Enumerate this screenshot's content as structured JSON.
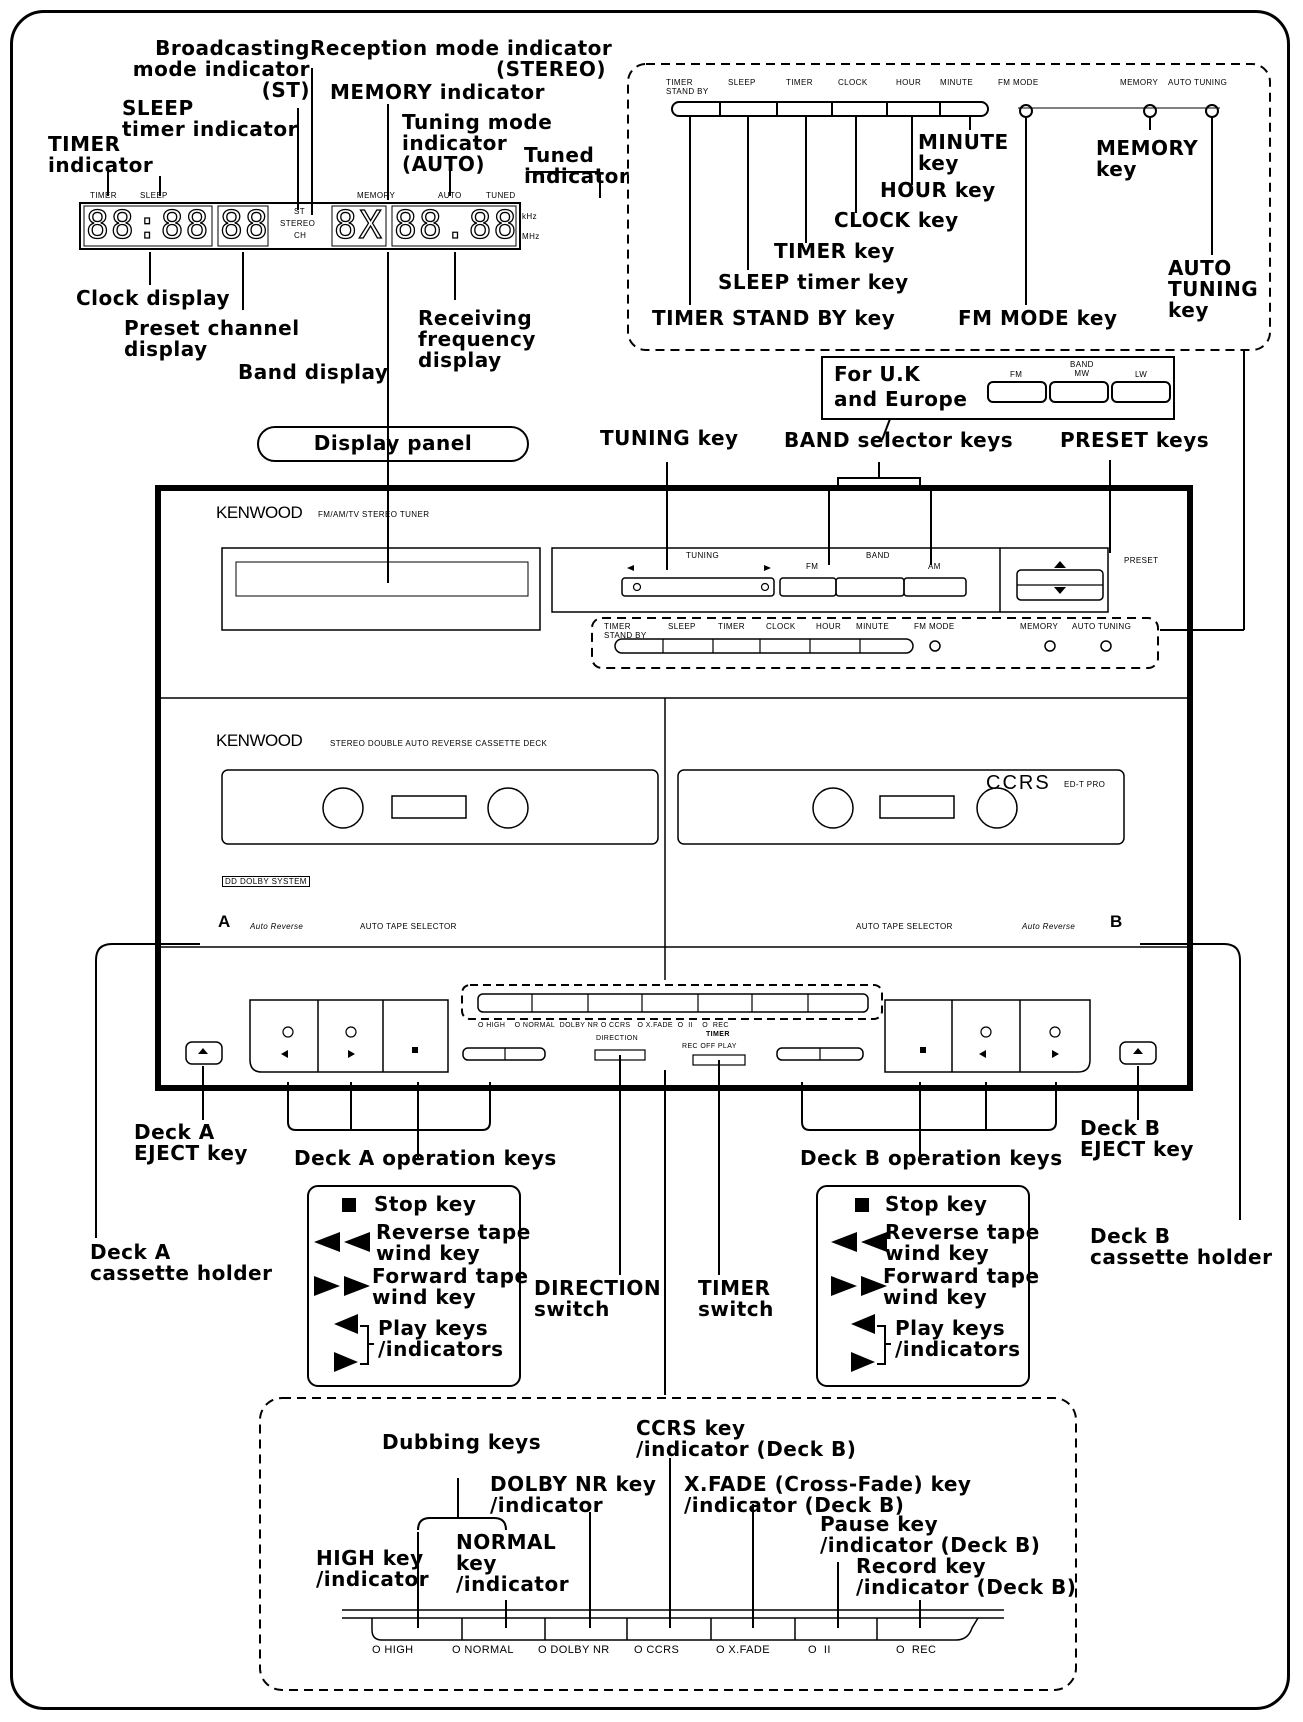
{
  "panel_labels": {
    "timer_indicator": "TIMER\nindicator",
    "sleep_timer_indicator": "SLEEP\ntimer indicator",
    "broadcasting_mode_indicator": "Broadcasting\nmode indicator\n(ST)",
    "reception_mode_indicator": "Reception mode indicator\n(STEREO)",
    "memory_indicator": "MEMORY indicator",
    "tuning_mode_indicator": "Tuning mode\nindicator\n(AUTO)",
    "tuned_indicator": "Tuned\nindicator",
    "clock_display": "Clock display",
    "preset_channel_display": "Preset channel\ndisplay",
    "band_display": "Band display",
    "receiving_frequency_display": "Receiving\nfrequency\ndisplay",
    "display_panel": "Display panel"
  },
  "lcd": {
    "timer_tag": "TIMER",
    "sleep_tag": "SLEEP",
    "memory_tag": "MEMORY",
    "auto_tag": "AUTO",
    "tuned_tag": "TUNED",
    "st_tag": "ST",
    "stereo_tag": "STEREO",
    "ch_tag": "CH",
    "khz_tag": "kHz",
    "mhz_tag": "MHz",
    "clock": "88:88",
    "preset": "88",
    "band": "8X",
    "frequency": "88.88"
  },
  "tuner_keys": {
    "labels": [
      "TIMER\nSTAND BY",
      "SLEEP",
      "TIMER",
      "CLOCK",
      "HOUR",
      "MINUTE",
      "FM MODE",
      "MEMORY",
      "AUTO TUNING"
    ],
    "minute_key": "MINUTE\nkey",
    "memory_key": "MEMORY\nkey",
    "hour_key": "HOUR key",
    "clock_key": "CLOCK key",
    "timer_key": "TIMER key",
    "auto_tuning_key": "AUTO\nTUNING\nkey",
    "sleep_timer_key": "SLEEP timer key",
    "timer_stand_by_key": "TIMER STAND BY key",
    "fm_mode_key": "FM MODE key"
  },
  "band_inset": {
    "region": "For U.K\nand Europe",
    "labels": [
      "FM",
      "BAND\nMW",
      "LW"
    ]
  },
  "front_labels": {
    "tuning_key": "TUNING key",
    "band_selector_keys": "BAND selector keys",
    "preset_keys": "PRESET keys"
  },
  "tuner_unit": {
    "brand": "KENWOOD",
    "model": "FM/AM/TV STEREO TUNER",
    "tuning": "TUNING",
    "band": "BAND",
    "fm": "FM",
    "am": "AM",
    "preset": "PRESET",
    "key_labels": [
      "TIMER\nSTAND BY",
      "SLEEP",
      "TIMER",
      "CLOCK",
      "HOUR",
      "MINUTE",
      "FM MODE",
      "MEMORY",
      "AUTO TUNING"
    ]
  },
  "deck_unit": {
    "brand": "KENWOOD",
    "model": "STEREO DOUBLE AUTO REVERSE CASSETTE DECK",
    "ccrs": "CCRS",
    "ccrs_sub": "ED-T PRO",
    "dolby": "DD DOLBY SYSTEM",
    "deck_a": "A",
    "deck_b": "B",
    "auto_reverse": "Auto Reverse",
    "auto_tape_selector": "AUTO TAPE SELECTOR",
    "strip_labels": "O HIGH    O NORMAL  DOLBY NR O CCRS   O X.FADE  O  II    O  REC",
    "direction": "DIRECTION",
    "timer": "TIMER",
    "timer_positions": "REC OFF PLAY"
  },
  "deck_labels": {
    "deck_a_eject": "Deck A\nEJECT key",
    "deck_a_operation": "Deck A operation keys",
    "deck_b_operation": "Deck B operation keys",
    "deck_b_eject": "Deck B\nEJECT key",
    "deck_a_holder": "Deck A\ncassette holder",
    "deck_b_holder": "Deck B\ncassette holder",
    "direction_switch": "DIRECTION\nswitch",
    "timer_switch": "TIMER\nswitch"
  },
  "operation_legend": {
    "stop": "Stop key",
    "reverse": "Reverse tape\nwind key",
    "forward": "Forward tape\nwind key",
    "play": "Play keys\n/indicators"
  },
  "dubbing_panel": {
    "dubbing_keys": "Dubbing keys",
    "ccrs_key": "CCRS key\n/indicator (Deck B)",
    "dolby_nr_key": "DOLBY NR key\n/indicator",
    "xfade_key": "X.FADE (Cross-Fade) key\n/indicator (Deck B)",
    "pause_key": "Pause key\n/indicator (Deck B)",
    "record_key": "Record key\n/indicator (Deck B)",
    "high_key": "HIGH key\n/indicator",
    "normal_key": "NORMAL\nkey\n/indicator",
    "strip": [
      "O HIGH",
      "O NORMAL",
      "O DOLBY NR",
      "O CCRS",
      "O X.FADE",
      "O  II",
      "O  REC"
    ]
  }
}
